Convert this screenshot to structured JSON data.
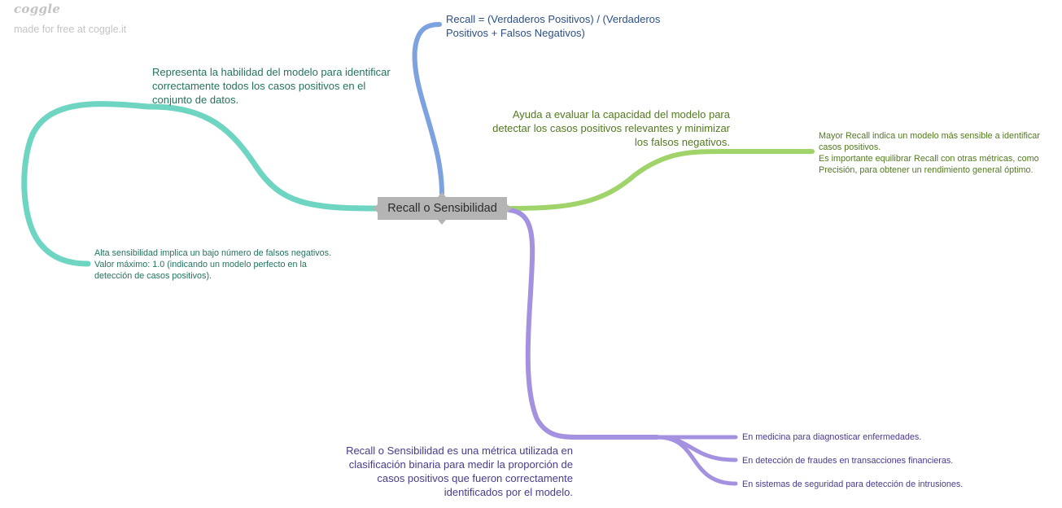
{
  "watermark": {
    "logo": "coggle",
    "tagline": "made for free at coggle.it"
  },
  "central": {
    "label": "Recall o Sensibilidad"
  },
  "branches": {
    "blue": {
      "color": "#7ea2e0",
      "formula_line1": "Recall = (Verdaderos Positivos) / (Verdaderos",
      "formula_line2": "Positivos + Falsos Negativos)"
    },
    "teal": {
      "color": "#6dd5c1",
      "desc_line1": "Representa la habilidad del modelo para identificar",
      "desc_line2": "correctamente todos los casos positivos en el",
      "desc_line3": "conjunto de datos.",
      "note_line1": "Alta sensibilidad implica un bajo número de falsos negativos.",
      "note_line2": "Valor máximo: 1.0 (indicando un modelo perfecto en la",
      "note_line3": "detección de casos positivos)."
    },
    "green": {
      "color": "#a0d46a",
      "desc_line1": "Ayuda a evaluar la capacidad del modelo para",
      "desc_line2": "detectar los casos positivos relevantes y minimizar",
      "desc_line3": "los falsos negativos.",
      "note_line1": "Mayor Recall indica un modelo más sensible a identificar",
      "note_line2": "casos positivos.",
      "note_line3": "Es importante equilibrar Recall con otras métricas, como",
      "note_line4": "Precisión, para obtener un rendimiento general óptimo."
    },
    "purple": {
      "color": "#a492e0",
      "desc_line1": "Recall o Sensibilidad es una métrica utilizada en",
      "desc_line2": "clasificación binaria para medir la proporción de",
      "desc_line3": "casos positivos que fueron correctamente",
      "desc_line4": "identificados por el modelo.",
      "applications": [
        "En medicina para diagnosticar enfermedades.",
        "En detección de fraudes en transacciones financieras.",
        "En sistemas de seguridad para detección de intrusiones."
      ]
    }
  }
}
